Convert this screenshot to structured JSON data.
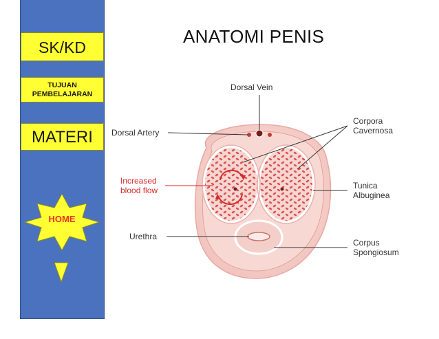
{
  "sidebar": {
    "sk_kd_label": "SK/KD",
    "tujuan_line1": "TUJUAN",
    "tujuan_line2": "PEMBELAJARAN",
    "materi_label": "MATERI",
    "home_label": "HOME"
  },
  "page": {
    "title": "ANATOMI PENIS"
  },
  "diagram": {
    "labels": {
      "dorsal_vein": "Dorsal Vein",
      "dorsal_artery": "Dorsal Artery",
      "corpora_cavernosa_1": "Corpora",
      "corpora_cavernosa_2": "Cavernosa",
      "increased_blood_flow_1": "Increased",
      "increased_blood_flow_2": "blood flow",
      "tunica_albuginea_1": "Tunica",
      "tunica_albuginea_2": "Albuginea",
      "urethra": "Urethra",
      "corpus_spongiosum_1": "Corpus",
      "corpus_spongiosum_2": "Spongiosum"
    }
  },
  "colors": {
    "sidebar_bg": "#4a72bf",
    "button_yellow": "#ffff33",
    "home_text": "#e8321e",
    "tissue": "#f4c9c4",
    "tissue_dark": "#d9534f",
    "annotation_red": "#d52a2a"
  }
}
